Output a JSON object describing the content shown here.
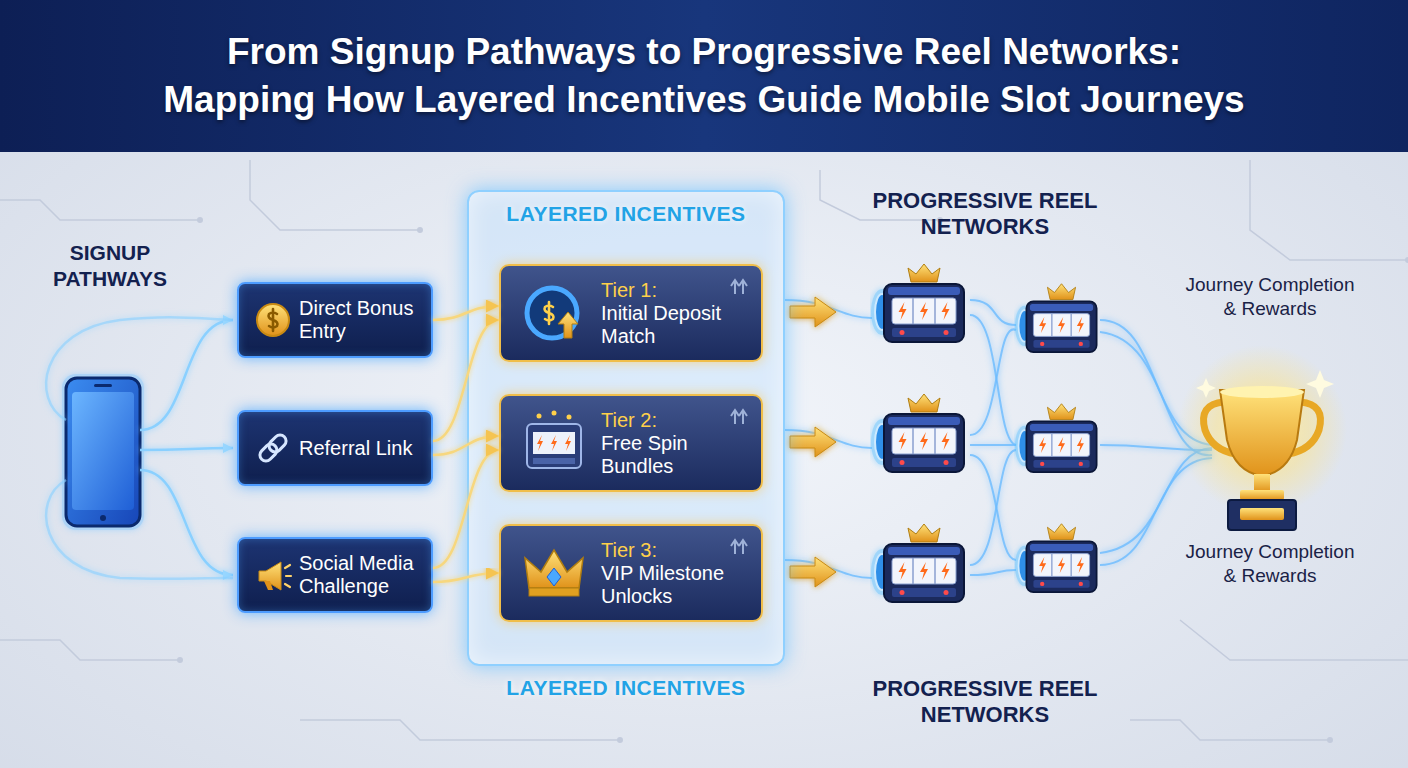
{
  "diagram": {
    "title": "From Signup Pathways to Progressive Reel Networks: Mapping How Layered Incentives Guide Mobile Slot Journeys",
    "nodes": [
      {
        "text": [
          "Direct Bonus Entry"
        ]
      },
      {
        "text": [
          "Referral Link"
        ]
      },
      {
        "text": [
          "Social Media Challenge"
        ]
      },
      {
        "text": [
          "LAYERED INCENTIVES",
          "LAYERED INCENTIVES"
        ]
      },
      {
        "text": [
          "Tier 1:",
          "Initial Deposit Match"
        ],
        "in": 3
      },
      {
        "text": [
          "Tier 2:",
          "Free Spin Bundles"
        ],
        "in": 3
      },
      {
        "text": [
          "Tier 3:",
          "VIP Milestone Unlocks"
        ],
        "in": 3
      }
    ],
    "edges": [
      {
        "from": 0,
        "to": 4,
        "arrow": "to"
      },
      {
        "from": 1,
        "to": 4,
        "arrow": "to"
      },
      {
        "from": 1,
        "to": 5,
        "arrow": "to"
      },
      {
        "from": 2,
        "to": 5,
        "arrow": "to"
      },
      {
        "from": 2,
        "to": 6,
        "arrow": "to"
      }
    ],
    "labels": [
      "SIGNUP PATHWAYS",
      "PROGRESSIVE REEL NETWORKS",
      "Journey Completion & Rewards",
      "Journey Completion & Rewards",
      "PROGRESSIVE REEL NETWORKS"
    ]
  }
}
